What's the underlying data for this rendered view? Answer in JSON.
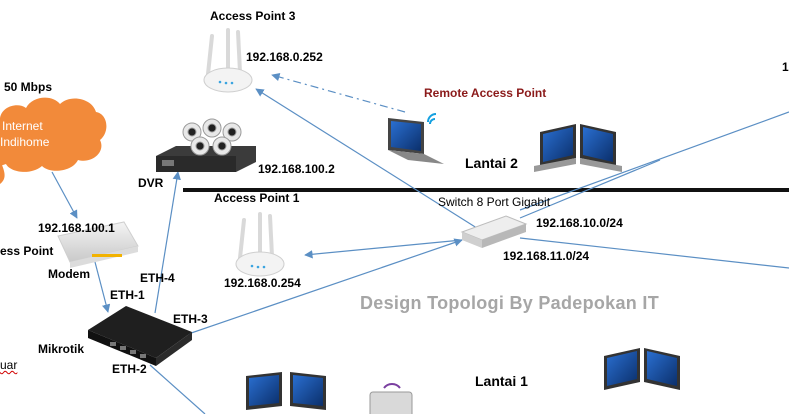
{
  "bandwidth": "50 Mbps",
  "cloud": {
    "line1": "Internet",
    "line2": "Indihome"
  },
  "floors": {
    "upper": "Lantai 2",
    "lower": "Lantai 1"
  },
  "devices": {
    "ap3": {
      "name": "Access Point 3",
      "ip": "192.168.0.252"
    },
    "ap1": {
      "name": "Access Point 1",
      "ip": "192.168.0.254"
    },
    "remote_ap": {
      "name": "Remote Access Point"
    },
    "dvr": {
      "name": "DVR",
      "ip": "192.168.100.2"
    },
    "switch": {
      "name": "Switch 8 Port Gigabit",
      "net1": "192.168.10.0/24",
      "net2": "192.168.11.0/24"
    },
    "modem": {
      "name": "Modem",
      "ip": "192.168.100.1",
      "side_label": "ess Point"
    },
    "mikrotik": {
      "name": "Mikrotik",
      "side_label": "uar"
    }
  },
  "ports": {
    "eth1": "ETH-1",
    "eth2": "ETH-2",
    "eth3": "ETH-3",
    "eth4": "ETH-4"
  },
  "corner_number": "1",
  "watermark": "Design Topologi By Padepokan IT",
  "colors": {
    "link": "#5b8fc4",
    "cloud": "#f28a3a",
    "floor_divider": "#111111",
    "remote_label": "#8b1a1a",
    "watermark": "#a6a6a6"
  }
}
